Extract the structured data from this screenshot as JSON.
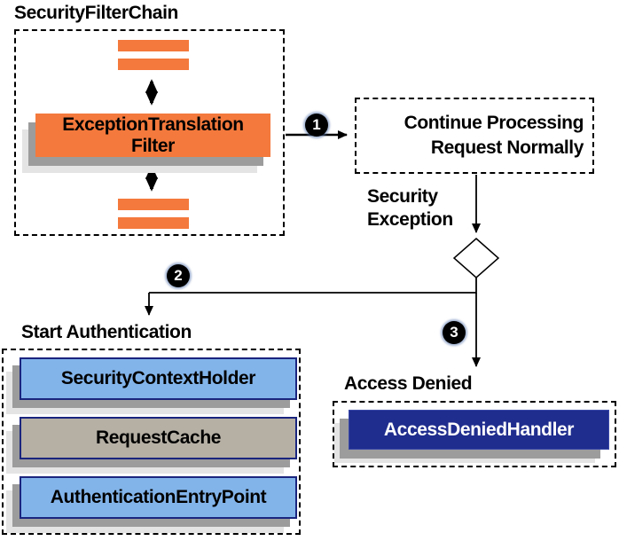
{
  "colors": {
    "orange": "#F4793C",
    "blue": "#82B4EA",
    "gray": "#B5AFA4",
    "navy_fill": "#1F2D8E",
    "navy_border": "#1A257E",
    "shadow_dark": "#9C9C9C",
    "shadow_light": "#E4E4E4",
    "line": "#000000"
  },
  "security_filter_chain": {
    "title": "SecurityFilterChain",
    "filter_label_line1": "ExceptionTranslation",
    "filter_label_line2": "Filter"
  },
  "continue_processing": {
    "line1": "Continue Processing",
    "line2": "Request Normally"
  },
  "security_exception": {
    "line1": "Security",
    "line2": "Exception"
  },
  "badges": {
    "step1": "1",
    "step2": "2",
    "step3": "3"
  },
  "start_authentication": {
    "title": "Start Authentication",
    "items": [
      {
        "label": "SecurityContextHolder",
        "variant": "blue"
      },
      {
        "label": "RequestCache",
        "variant": "gray"
      },
      {
        "label": "AuthenticationEntryPoint",
        "variant": "blue"
      }
    ]
  },
  "access_denied": {
    "title": "Access Denied",
    "handler_label": "AccessDeniedHandler"
  }
}
